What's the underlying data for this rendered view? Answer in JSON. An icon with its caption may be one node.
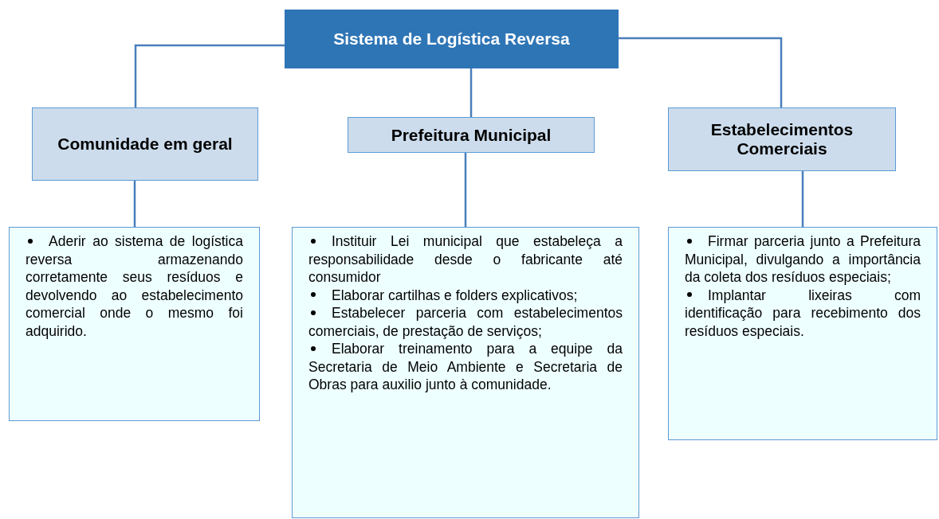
{
  "diagram": {
    "nodes": [
      {
        "text": [
          "Sistema de Logística Reversa"
        ]
      },
      {
        "text": [
          "Comunidade em geral"
        ]
      },
      {
        "text": [
          "Prefeitura Municipal"
        ]
      },
      {
        "text": [
          "Estabelecimentos Comerciais"
        ]
      },
      {
        "text": [
          "Aderir ao sistema de logística reversa armazenando corretamente seus resíduos e devolvendo ao estabelecimento comercial onde o mesmo foi adquirido."
        ]
      },
      {
        "text": [
          "Instituir Lei municipal que estabeleça a responsabilidade desde o fabricante até consumidor",
          "Elaborar cartilhas e folders explicativos;",
          "Estabelecer parceria com estabelecimentos comerciais, de prestação de serviços;",
          "Elaborar treinamento para a equipe da Secretaria de Meio Ambiente e Secretaria de Obras para auxilio junto à comunidade."
        ]
      },
      {
        "text": [
          "Firmar parceria junto a Prefeitura Municipal, divulgando a importância da coleta dos resíduos especiais;",
          "Implantar lixeiras com identificação para recebimento dos resíduos especiais."
        ]
      }
    ],
    "edges": [
      {
        "from": 0,
        "to": 1,
        "arrow": "none"
      },
      {
        "from": 0,
        "to": 2,
        "arrow": "none"
      },
      {
        "from": 0,
        "to": 3,
        "arrow": "none"
      },
      {
        "from": 1,
        "to": 4,
        "arrow": "none"
      },
      {
        "from": 2,
        "to": 5,
        "arrow": "none"
      },
      {
        "from": 3,
        "to": 6,
        "arrow": "none"
      }
    ]
  }
}
